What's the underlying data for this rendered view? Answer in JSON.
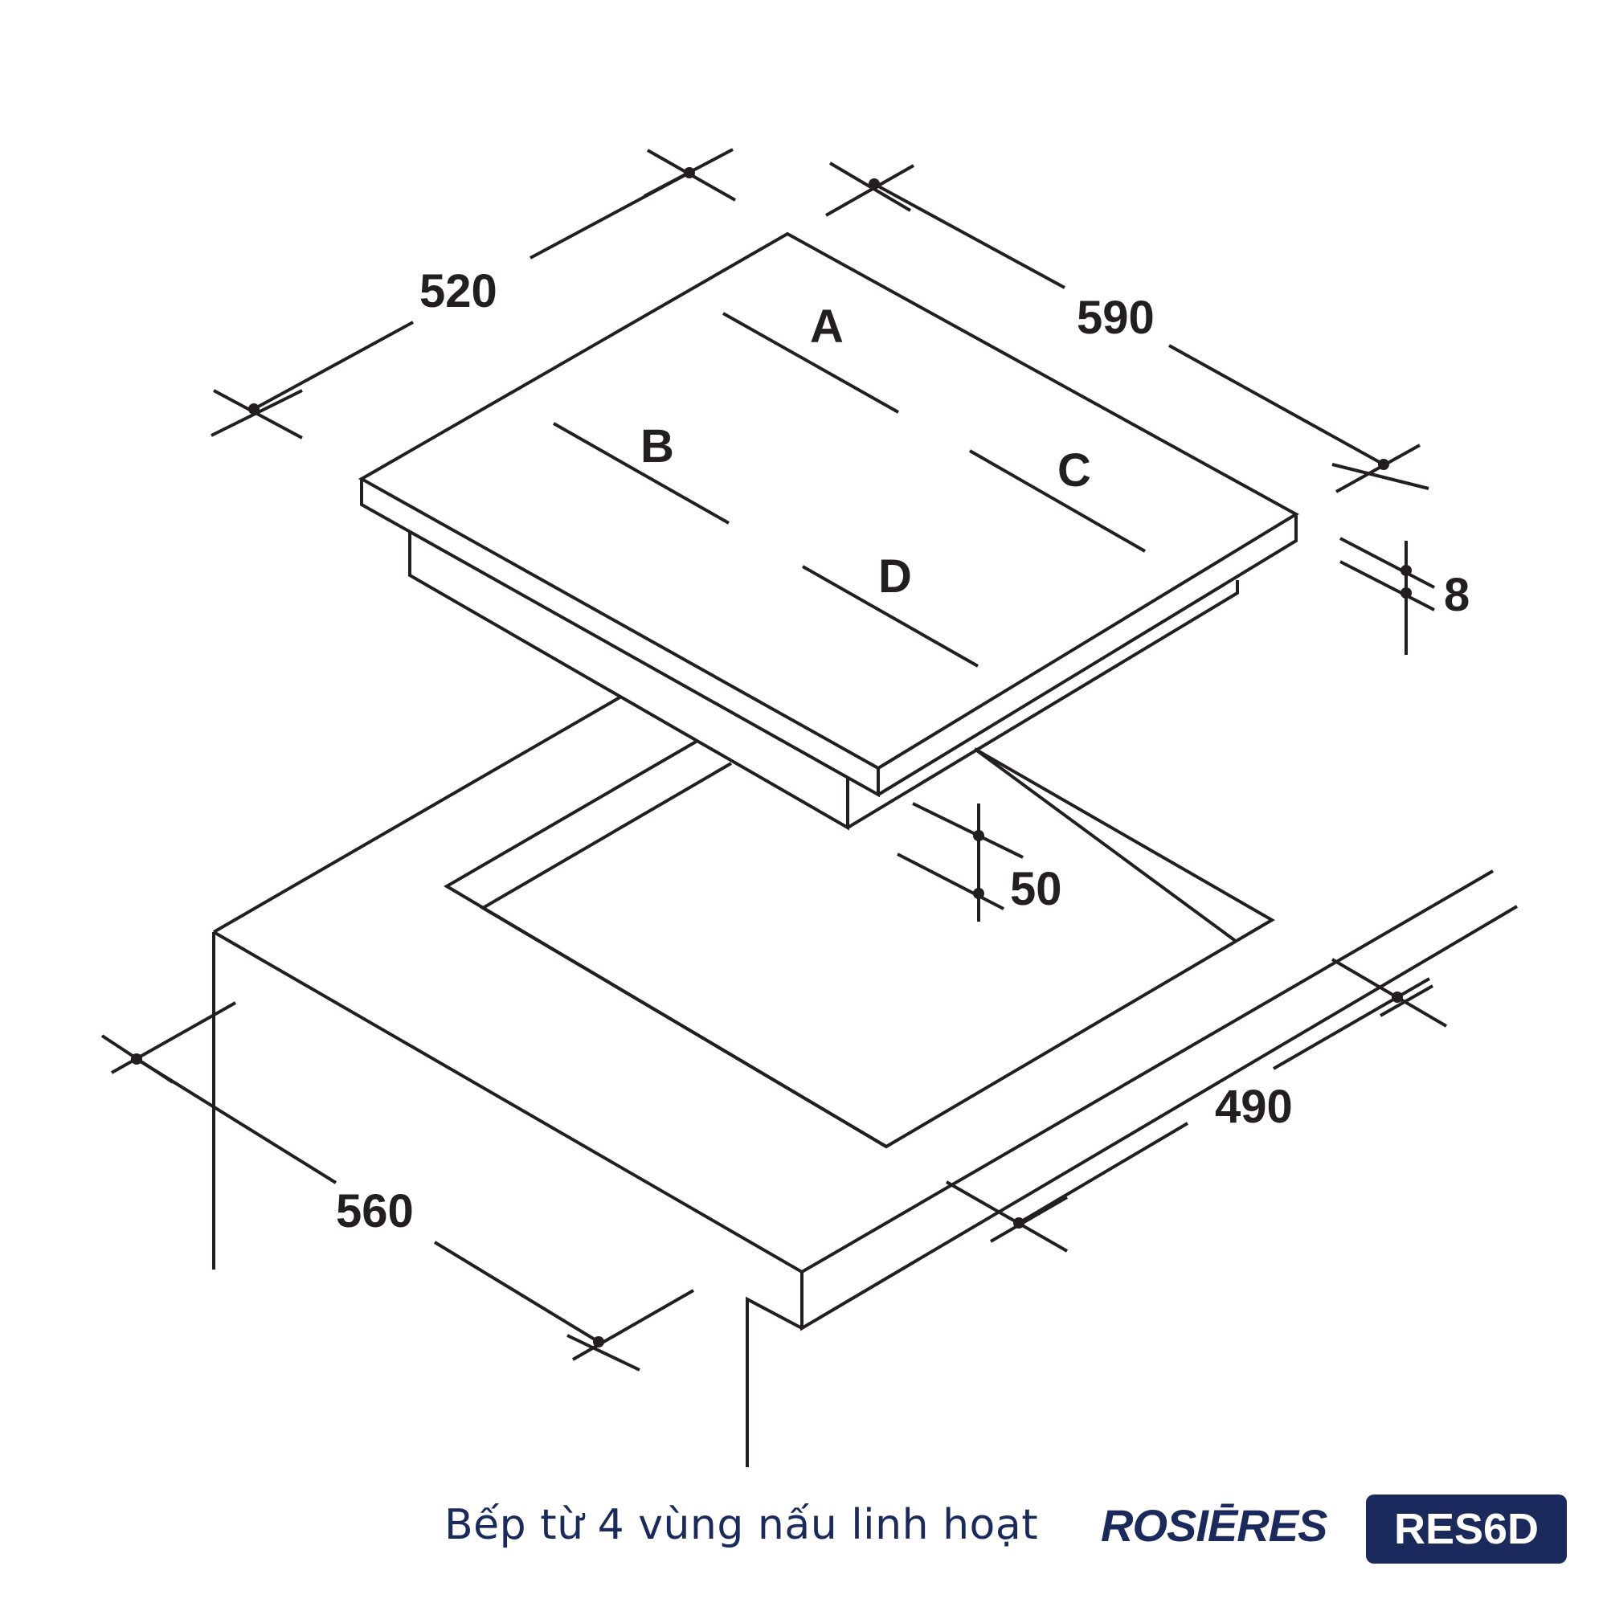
{
  "zones": [
    "A",
    "B",
    "C",
    "D"
  ],
  "dimensions": {
    "hob_depth": "520",
    "hob_width": "590",
    "glass_thickness": "8",
    "min_clearance": "50",
    "cutout_width": "560",
    "cutout_depth": "490"
  },
  "footer": {
    "description": "Bếp từ 4 vùng nấu linh hoạt",
    "brand": "ROSIĒRES",
    "model": "RES6D"
  },
  "colors": {
    "line": "#231f20",
    "brand": "#1b2a5c",
    "badge_text": "#ffffff"
  }
}
